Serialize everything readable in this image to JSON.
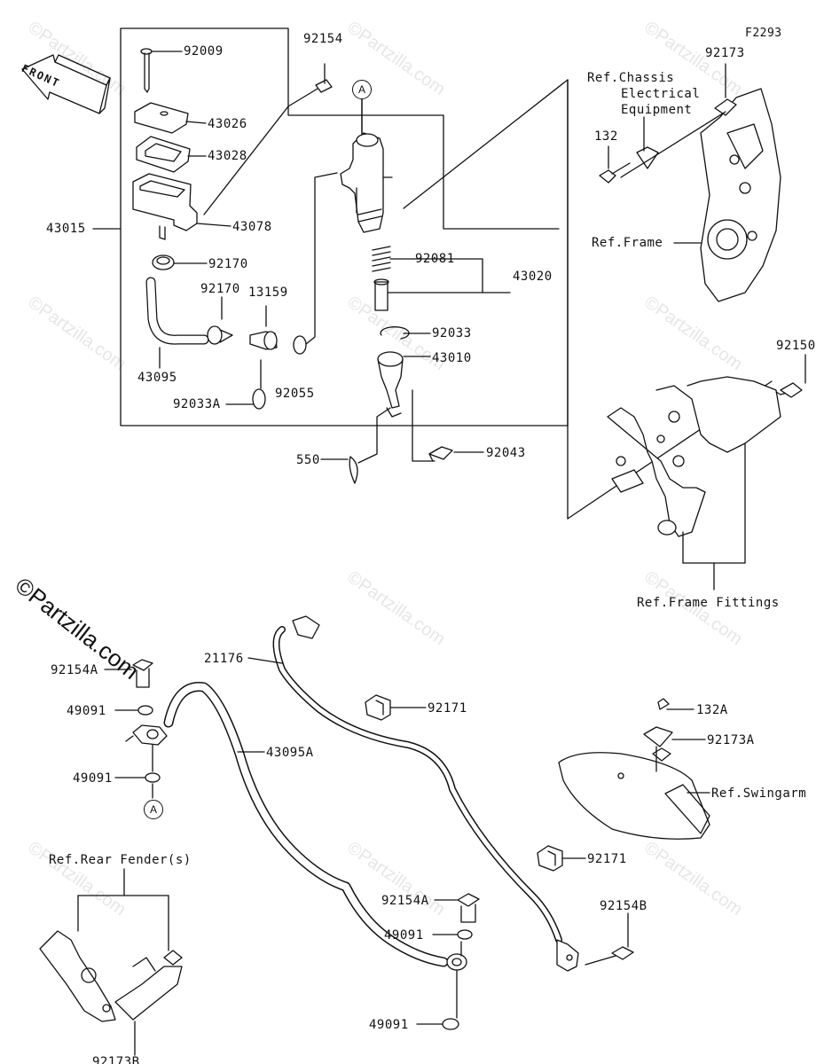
{
  "figure_code": "F2293",
  "front_label": "FRONT",
  "brand_watermark": "©Partzilla.com",
  "faint_watermark": "©Partzilla.com",
  "callout_a": "A",
  "parts": {
    "p92009": "92009",
    "p43026": "43026",
    "p43028": "43028",
    "p43078": "43078",
    "p43015": "43015",
    "p92170_a": "92170",
    "p92170_b": "92170",
    "p13159": "13159",
    "p43095": "43095",
    "p92033A": "92033A",
    "p92055": "92055",
    "p92154": "92154",
    "p92081": "92081",
    "p43020": "43020",
    "p92033": "92033",
    "p43010": "43010",
    "p550": "550",
    "p92043": "92043",
    "p92173": "92173",
    "p132": "132",
    "p92150": "92150",
    "p21176": "21176",
    "p92154A_a": "92154A",
    "p49091_a": "49091",
    "p49091_b": "49091",
    "p43095A": "43095A",
    "p92171_a": "92171",
    "p92171_b": "92171",
    "p132A": "132A",
    "p92173A": "92173A",
    "p92154A_b": "92154A",
    "p49091_c": "49091",
    "p49091_d": "49091",
    "p92154B": "92154B",
    "p92173B": "92173B"
  },
  "refs": {
    "chassis_1": "Ref.Chassis",
    "chassis_2": "Electrical",
    "chassis_3": "Equipment",
    "frame": "Ref.Frame",
    "frame_fittings": "Ref.Frame Fittings",
    "swingarm": "Ref.Swingarm",
    "rear_fender": "Ref.Rear Fender(s)"
  }
}
